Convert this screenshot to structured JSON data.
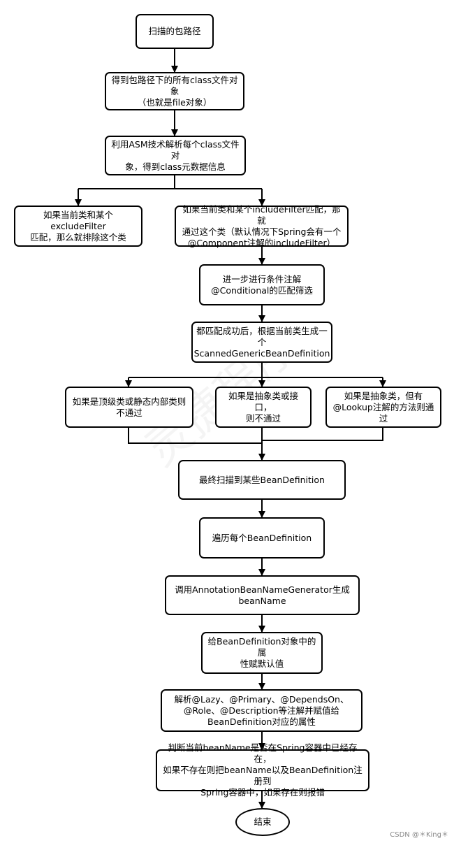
{
  "nodes": {
    "n1": "扫描的包路径",
    "n2": "得到包路径下的所有class文件对象\n（也就是file对象）",
    "n3": "利用ASM技术解析每个class文件对\n象，得到class元数据信息",
    "n4": "如果当前类和某个excludeFilter\n匹配，那么就排除这个类",
    "n5": "如果当前类和某个includeFilter匹配，那就\n通过这个类（默认情况下Spring会有一个\n@Component注解的includeFilter）",
    "n6": "进一步进行条件注解\n@Conditional的匹配筛选",
    "n7": "都匹配成功后，根据当前类生成一\n个ScannedGenericBeanDefinition",
    "n8": "如果是顶级类或静态内部类则\n不通过",
    "n9": "如果是抽象类或接口，\n则不通过",
    "n10": "如果是抽象类，但有\n@Lookup注解的方法则通过",
    "n11": "最终扫描到某些BeanDefinition",
    "n12": "遍历每个BeanDefinition",
    "n13": "调用AnnotationBeanNameGenerator生成\nbeanName",
    "n14": "给BeanDefinition对象中的属\n性赋默认值",
    "n15": "解析@Lazy、@Primary、@DependsOn、\n@Role、@Description等注解并赋值给\nBeanDefinition对应的属性",
    "n16": "判断当前beanName是否在Spring容器中已经存在，\n如果不存在则把beanName以及BeanDefinition注册到\nSpring容器中，如果存在则报错",
    "end": "结束"
  },
  "watermark": "灵捷程序",
  "footer": "CSDN @＊King＊"
}
